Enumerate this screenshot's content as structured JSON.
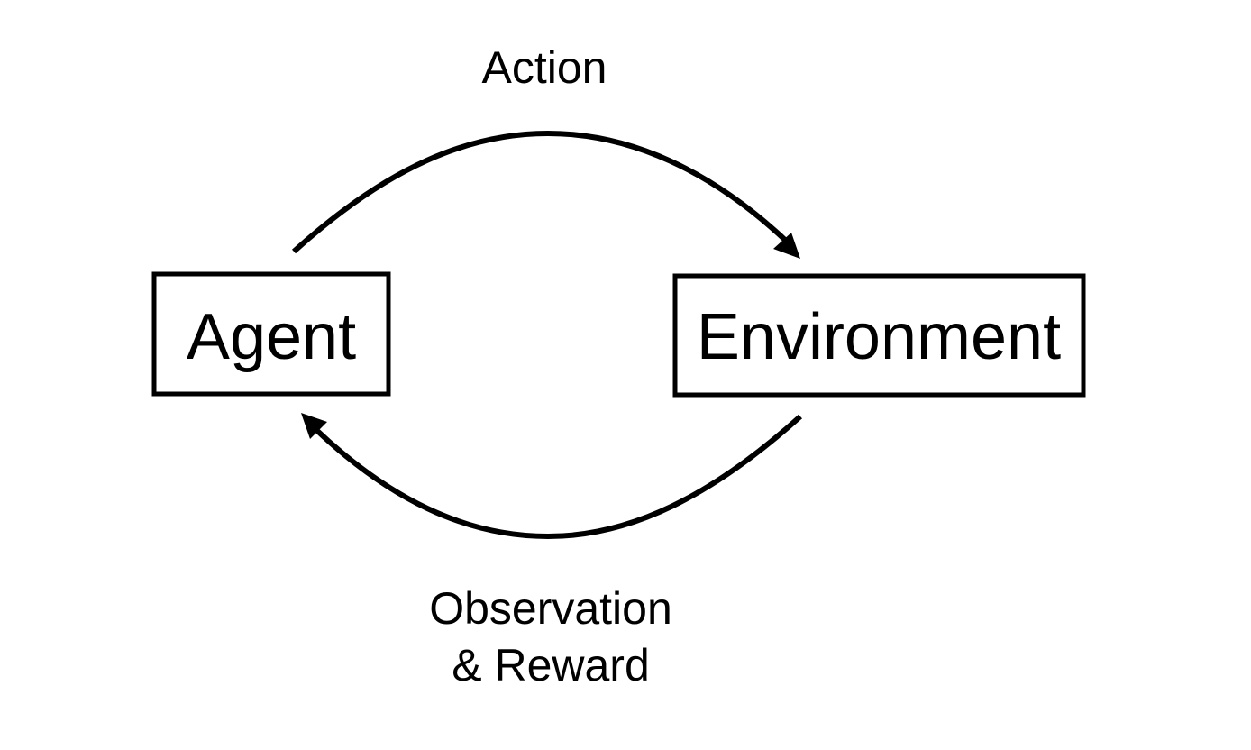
{
  "diagram": {
    "nodes": {
      "agent": {
        "label": "Agent"
      },
      "environment": {
        "label": "Environment"
      }
    },
    "edges": {
      "action": {
        "label": "Action",
        "from": "Agent",
        "to": "Environment"
      },
      "feedback": {
        "label_line1": "Observation",
        "label_line2": "& Reward",
        "from": "Environment",
        "to": "Agent"
      }
    },
    "colors": {
      "stroke": "#000000",
      "background": "#ffffff"
    }
  }
}
